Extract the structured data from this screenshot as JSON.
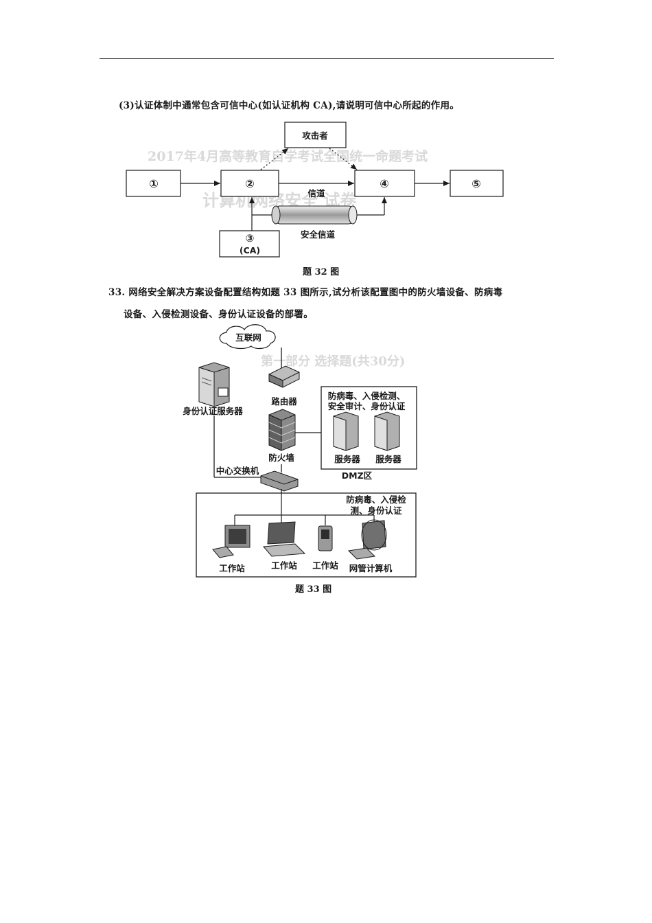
{
  "q32": {
    "prompt": "(3)认证体制中通常包含可信中心(如认证机构 CA),请说明可信中心所起的作用。",
    "caption": "题 32 图",
    "nodes": {
      "n1": "①",
      "n2": "②",
      "n3": "③",
      "n3_sub": "(CA)",
      "n4": "④",
      "n5": "⑤",
      "attacker": "攻击者",
      "channel": "信道",
      "secure_channel": "安全信道"
    }
  },
  "q33": {
    "prompt_line1": "33. 网络安全解决方案设备配置结构如题 33 图所示,试分析该配置图中的防火墙设备、防病毒",
    "prompt_line2": "设备、入侵检测设备、身份认证设备的部署。",
    "caption": "题 33 图",
    "labels": {
      "internet": "互联网",
      "router": "路由器",
      "auth_server": "身份认证服务器",
      "dmz_box_line1": "防病毒、入侵检测、",
      "dmz_box_line2": "安全审计、身份认证",
      "server1": "服务器",
      "server2": "服务器",
      "firewall": "防火墙",
      "dmz": "DMZ区",
      "core_switch": "中心交换机",
      "lan_box_line1": "防病毒、入侵检",
      "lan_box_line2": "测、身份认证",
      "ws1": "工作站",
      "ws2": "工作站",
      "ws3": "工作站",
      "nms": "网管计算机"
    }
  },
  "bleed_through": {
    "year_title": "2017年4月高等教育自学考试全国统一命题考试",
    "subject": "计算机网络安全 试卷",
    "section": "第一部分 选择题(共30分)"
  }
}
